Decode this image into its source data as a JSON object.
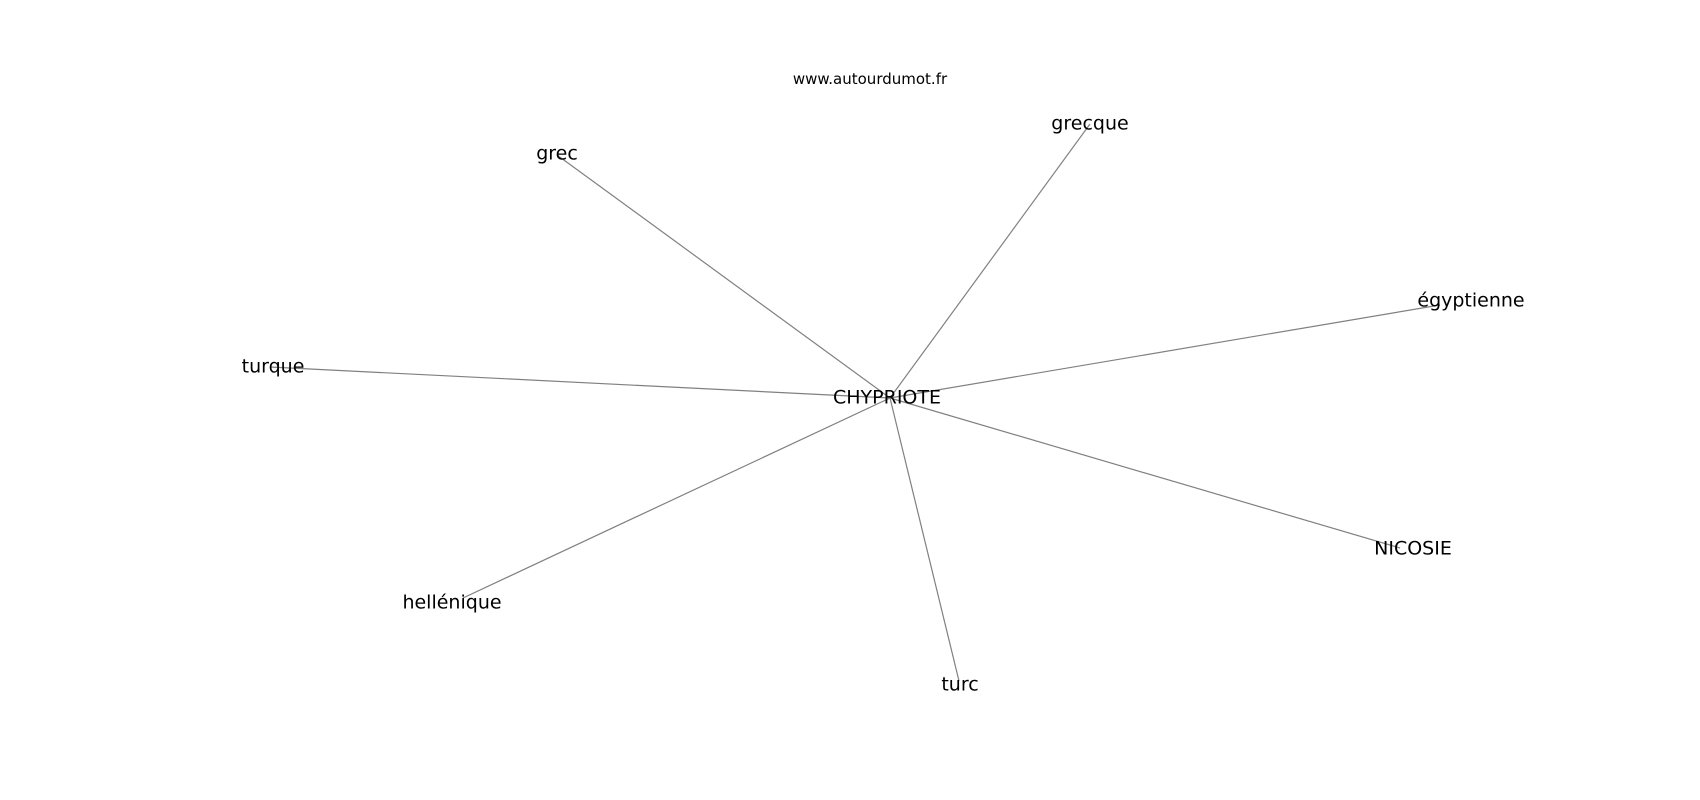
{
  "site": "www.autourdumot.fr",
  "colors": {
    "background": "#ffffff",
    "edge": "#808080",
    "text": "#000000"
  },
  "graph": {
    "center": "CHYPRIOTE",
    "nodes": [
      {
        "id": "grec",
        "label": "grec"
      },
      {
        "id": "grecque",
        "label": "grecque"
      },
      {
        "id": "egyptienne",
        "label": "égyptienne"
      },
      {
        "id": "turque",
        "label": "turque"
      },
      {
        "id": "nicosie",
        "label": "NICOSIE"
      },
      {
        "id": "hellenique",
        "label": "hellénique"
      },
      {
        "id": "turc",
        "label": "turc"
      }
    ],
    "edges": [
      [
        "CHYPRIOTE",
        "grec"
      ],
      [
        "CHYPRIOTE",
        "grecque"
      ],
      [
        "CHYPRIOTE",
        "egyptienne"
      ],
      [
        "CHYPRIOTE",
        "turque"
      ],
      [
        "CHYPRIOTE",
        "nicosie"
      ],
      [
        "CHYPRIOTE",
        "hellenique"
      ],
      [
        "CHYPRIOTE",
        "turc"
      ]
    ]
  }
}
